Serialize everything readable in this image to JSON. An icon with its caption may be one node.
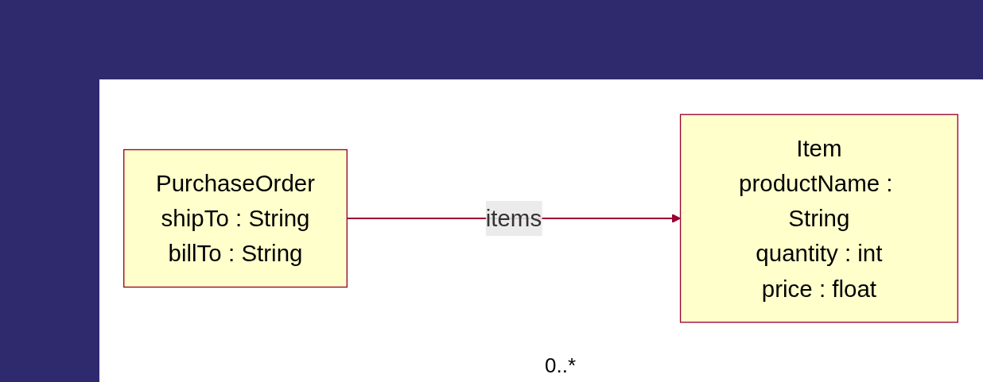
{
  "diagram": {
    "nodes": [
      {
        "text": [
          "PurchaseOrder",
          "shipTo : String",
          "billTo : String"
        ]
      },
      {
        "text": [
          "Item",
          "productName : String",
          "quantity : int",
          "price : float"
        ]
      }
    ],
    "edges": [
      {
        "from": 0,
        "to": 1,
        "arrow": "to",
        "label": "items"
      }
    ],
    "labels": [
      "0..*"
    ]
  }
}
